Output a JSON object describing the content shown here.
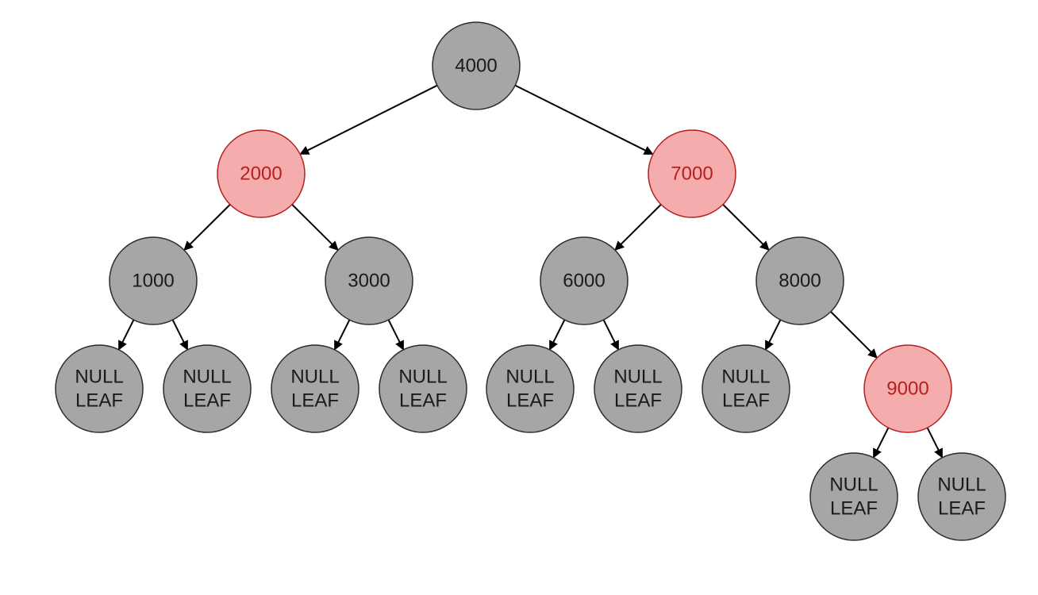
{
  "colors": {
    "black_fill": "#a6a6a6",
    "black_stroke": "#2b2b2b",
    "black_text": "#1a1a1a",
    "red_fill": "#f4acac",
    "red_stroke": "#b52020",
    "red_text": "#b52020",
    "edge": "#000000"
  },
  "nodes": [
    {
      "id": "n4000",
      "lines": [
        "4000"
      ],
      "color": "black"
    },
    {
      "id": "n2000",
      "lines": [
        "2000"
      ],
      "color": "red"
    },
    {
      "id": "n7000",
      "lines": [
        "7000"
      ],
      "color": "red"
    },
    {
      "id": "n1000",
      "lines": [
        "1000"
      ],
      "color": "black"
    },
    {
      "id": "n3000",
      "lines": [
        "3000"
      ],
      "color": "black"
    },
    {
      "id": "n6000",
      "lines": [
        "6000"
      ],
      "color": "black"
    },
    {
      "id": "n8000",
      "lines": [
        "8000"
      ],
      "color": "black"
    },
    {
      "id": "leaf1",
      "lines": [
        "NULL",
        "LEAF"
      ],
      "color": "black"
    },
    {
      "id": "leaf2",
      "lines": [
        "NULL",
        "LEAF"
      ],
      "color": "black"
    },
    {
      "id": "leaf3",
      "lines": [
        "NULL",
        "LEAF"
      ],
      "color": "black"
    },
    {
      "id": "leaf4",
      "lines": [
        "NULL",
        "LEAF"
      ],
      "color": "black"
    },
    {
      "id": "leaf5",
      "lines": [
        "NULL",
        "LEAF"
      ],
      "color": "black"
    },
    {
      "id": "leaf6",
      "lines": [
        "NULL",
        "LEAF"
      ],
      "color": "black"
    },
    {
      "id": "leaf7",
      "lines": [
        "NULL",
        "LEAF"
      ],
      "color": "black"
    },
    {
      "id": "n9000",
      "lines": [
        "9000"
      ],
      "color": "red"
    },
    {
      "id": "leaf8",
      "lines": [
        "NULL",
        "LEAF"
      ],
      "color": "black"
    },
    {
      "id": "leaf9",
      "lines": [
        "NULL",
        "LEAF"
      ],
      "color": "black"
    }
  ],
  "edges": [
    {
      "from": "n4000",
      "to": "n2000"
    },
    {
      "from": "n4000",
      "to": "n7000"
    },
    {
      "from": "n2000",
      "to": "n1000"
    },
    {
      "from": "n2000",
      "to": "n3000"
    },
    {
      "from": "n7000",
      "to": "n6000"
    },
    {
      "from": "n7000",
      "to": "n8000"
    },
    {
      "from": "n1000",
      "to": "leaf1"
    },
    {
      "from": "n1000",
      "to": "leaf2"
    },
    {
      "from": "n3000",
      "to": "leaf3"
    },
    {
      "from": "n3000",
      "to": "leaf4"
    },
    {
      "from": "n6000",
      "to": "leaf5"
    },
    {
      "from": "n6000",
      "to": "leaf6"
    },
    {
      "from": "n8000",
      "to": "leaf7"
    },
    {
      "from": "n8000",
      "to": "n9000"
    },
    {
      "from": "n9000",
      "to": "leaf8"
    },
    {
      "from": "n9000",
      "to": "leaf9"
    }
  ]
}
